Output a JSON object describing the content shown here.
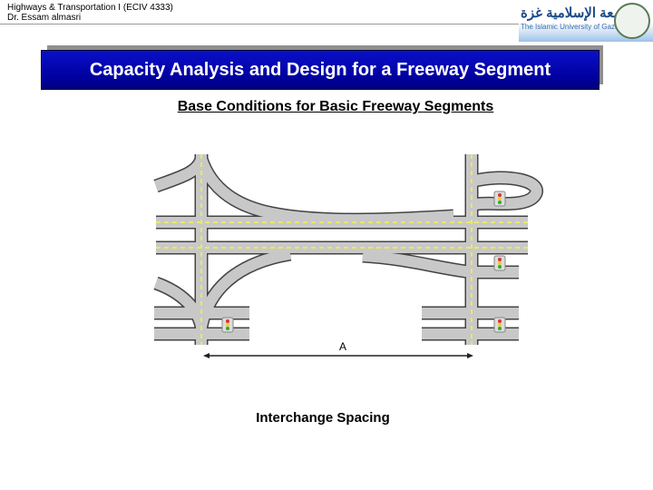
{
  "header": {
    "course": "Highways & Transportation I (ECIV 4333)",
    "author": "Dr. Essam almasri"
  },
  "logo": {
    "arabic": "الجامعة الإسلامية غزة",
    "english": "The Islamic University of Gaza"
  },
  "title": "Capacity Analysis and Design for a Freeway Segment",
  "subtitle": "Base Conditions for Basic Freeway Segments",
  "figure": {
    "dimension_label": "A",
    "caption": "Interchange Spacing"
  },
  "colors": {
    "title_bg": "#0000a0",
    "road": "#c8c8c8",
    "lane_marking": "#e8e86a"
  }
}
